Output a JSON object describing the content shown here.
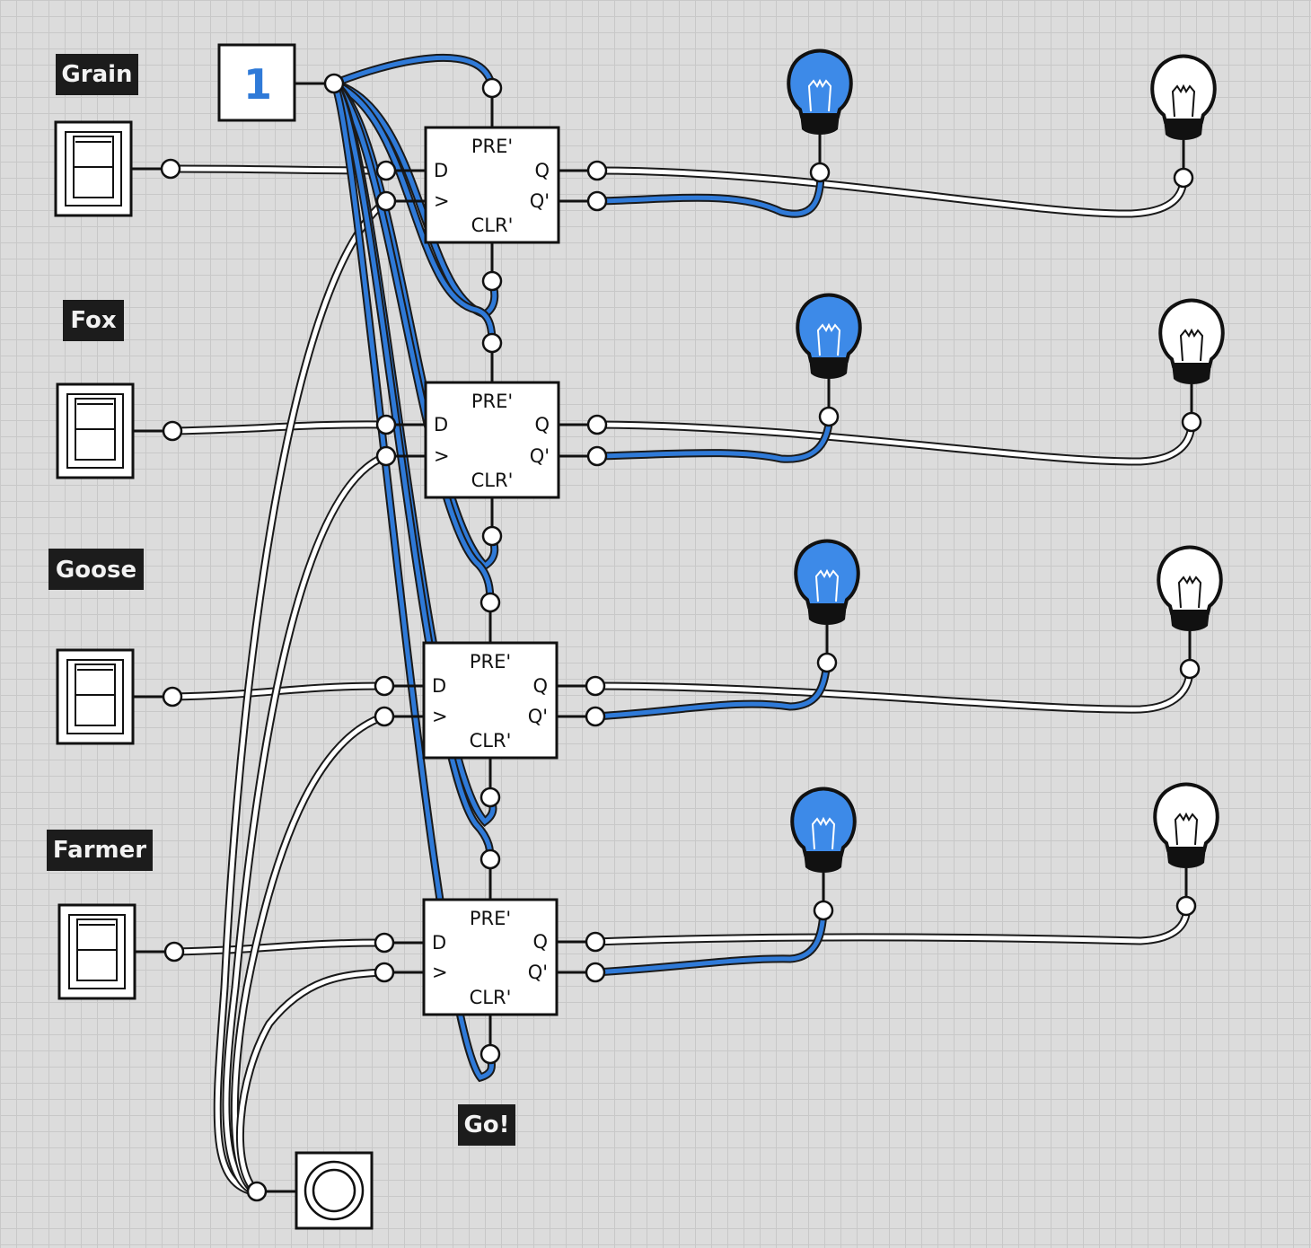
{
  "labels": {
    "grain": "Grain",
    "fox": "Fox",
    "goose": "Goose",
    "farmer": "Farmer",
    "go": "Go!"
  },
  "constant": {
    "value": "1",
    "color": "#2f7ad8"
  },
  "flip_flops": [
    {
      "pre": "PRE'",
      "clr": "CLR'",
      "d": "D",
      "clk": ">",
      "q": "Q",
      "qn": "Q'"
    },
    {
      "pre": "PRE'",
      "clr": "CLR'",
      "d": "D",
      "clk": ">",
      "q": "Q",
      "qn": "Q'"
    },
    {
      "pre": "PRE'",
      "clr": "CLR'",
      "d": "D",
      "clk": ">",
      "q": "Q",
      "qn": "Q'"
    },
    {
      "pre": "PRE'",
      "clr": "CLR'",
      "d": "D",
      "clk": ">",
      "q": "Q",
      "qn": "Q'"
    }
  ],
  "lights": [
    {
      "qn_bulb": "on",
      "q_bulb": "off"
    },
    {
      "qn_bulb": "on",
      "q_bulb": "off"
    },
    {
      "qn_bulb": "on",
      "q_bulb": "off"
    },
    {
      "qn_bulb": "on",
      "q_bulb": "off"
    }
  ],
  "switches": [
    {
      "state": "off"
    },
    {
      "state": "off"
    },
    {
      "state": "off"
    },
    {
      "state": "off"
    }
  ],
  "colors": {
    "wire_high": "#2f7ad8",
    "wire_low": "#ffffff",
    "bulb_on": "#3d8ae8"
  }
}
